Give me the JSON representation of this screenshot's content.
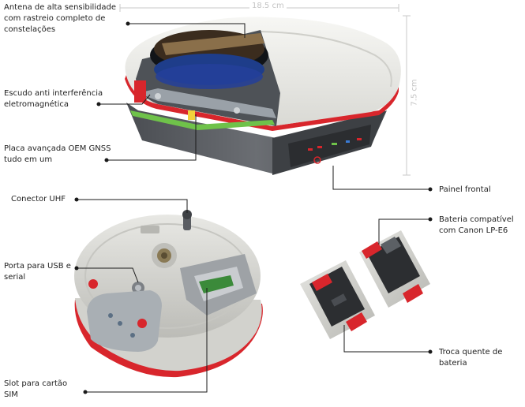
{
  "labels": {
    "antenna": "Antena de alta sensibilidade\ncom rastreio completo de\nconstelações",
    "shield": "Escudo anti interferência\neletromagnética",
    "oem_board": "Placa avançada OEM GNSS\ntudo em um",
    "front_panel": "Painel frontal",
    "uhf_connector": "Conector UHF",
    "usb_serial": "Porta para USB e\nserial",
    "sim_slot": "Slot para cartão\nSIM",
    "battery": "Bateria compatível\ncom Canon LP-E6",
    "hot_swap": "Troca quente de\nbateria"
  },
  "dimensions": {
    "width": "18.5 cm",
    "height": "7.5 cm"
  },
  "colors": {
    "accent_red": "#d8262c",
    "shell_white": "#eeeeea",
    "base_gray": "#5a5d62",
    "board_green": "#6fc24a",
    "leader_line": "#1a1a1a",
    "dimension_line": "#c8c8c8"
  }
}
